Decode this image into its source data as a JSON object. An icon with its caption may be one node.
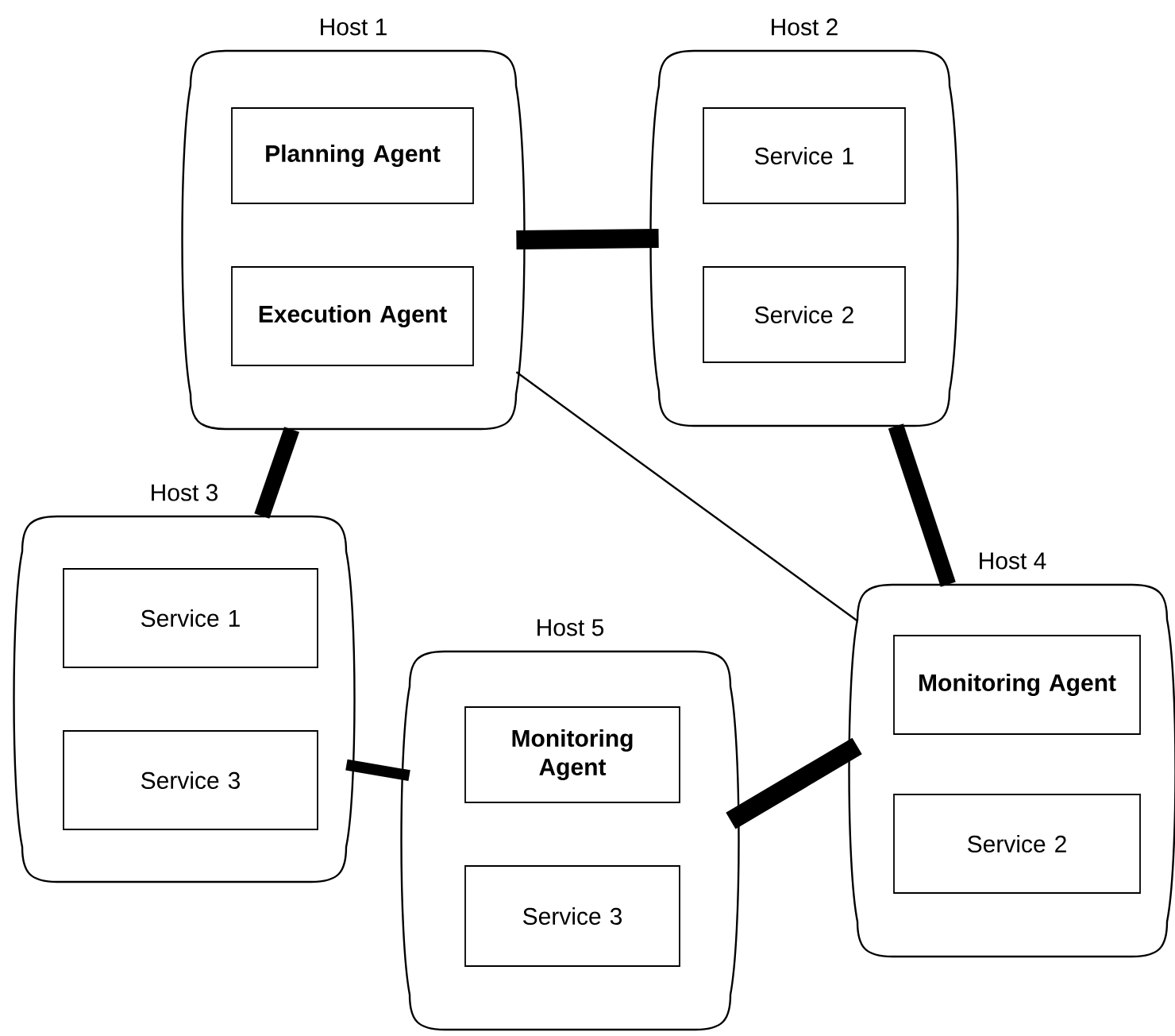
{
  "diagram": {
    "nodes": [
      {
        "text": [
          "Host 1"
        ]
      },
      {
        "text": [
          "Planning Agent"
        ],
        "in": 0
      },
      {
        "text": [
          "Execution Agent"
        ],
        "in": 0
      },
      {
        "text": [
          "Host 2"
        ]
      },
      {
        "text": [
          "Service 1"
        ],
        "in": 3
      },
      {
        "text": [
          "Service 2"
        ],
        "in": 3
      },
      {
        "text": [
          "Host 3"
        ]
      },
      {
        "text": [
          "Service 1"
        ],
        "in": 6
      },
      {
        "text": [
          "Service 3"
        ],
        "in": 6
      },
      {
        "text": [
          "Host 4"
        ]
      },
      {
        "text": [
          "Monitoring Agent"
        ],
        "in": 9
      },
      {
        "text": [
          "Service 2"
        ],
        "in": 9
      },
      {
        "text": [
          "Host 5"
        ]
      },
      {
        "text": [
          "Monitoring Agent"
        ],
        "in": 12
      },
      {
        "text": [
          "Service 3"
        ],
        "in": 12
      }
    ],
    "edges": [
      {
        "from": 0,
        "to": 3,
        "arrow": "none"
      },
      {
        "from": 0,
        "to": 6,
        "arrow": "none"
      },
      {
        "from": 3,
        "to": 9,
        "arrow": "none"
      },
      {
        "from": 0,
        "to": 9,
        "arrow": "none"
      },
      {
        "from": 6,
        "to": 12,
        "arrow": "none"
      },
      {
        "from": 12,
        "to": 9,
        "arrow": "none"
      }
    ]
  }
}
